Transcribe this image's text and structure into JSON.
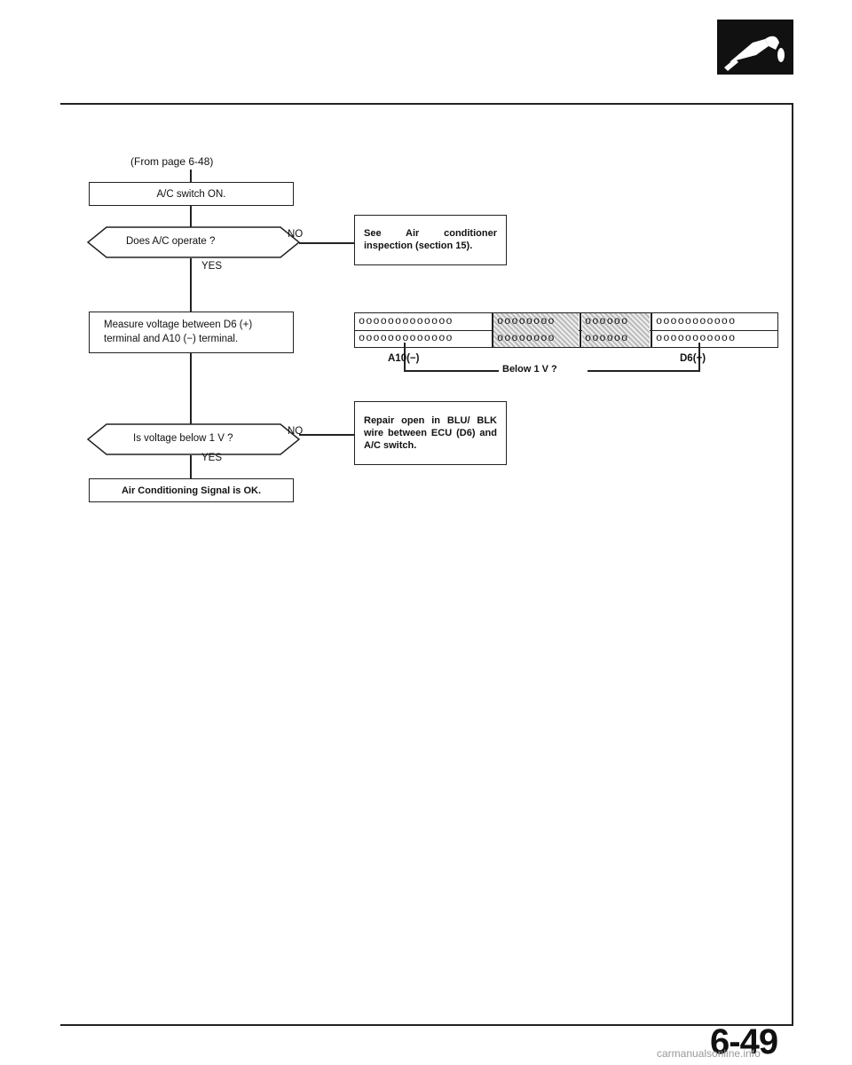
{
  "flow": {
    "from_page": "(From page 6-48)",
    "step1": "A/C switch ON.",
    "q1": "Does A/C operate ?",
    "q1_yes": "YES",
    "q1_no": "NO",
    "q1_no_box": "See Air conditioner inspection (section 15).",
    "step2": "Measure voltage between D6 (+) terminal and A10 (−) terminal.",
    "q2": "Is voltage below 1 V ?",
    "q2_yes": "YES",
    "q2_no": "NO",
    "q2_no_box": "Repair open in BLU/ BLK wire between ECU (D6) and A/C switch.",
    "result": "Air Conditioning Signal is OK."
  },
  "connector": {
    "left_pin": "A10(−)",
    "right_pin": "D6(+)",
    "measure": "Below 1 V ?",
    "row_a_left": "ooooooooooooo",
    "row_b_left": "ooooooooooooo",
    "row_a_mid1": "oooooooo",
    "row_b_mid1": "oooooooo",
    "row_a_mid2": "oooooo",
    "row_b_mid2": "oooooo",
    "row_a_right": "ooooooooooo",
    "row_b_right": "ooooooooooo"
  },
  "page_number": "6-49",
  "watermark": "carmanualsonline.info",
  "colors": {
    "ink": "#222222",
    "background": "#ffffff"
  },
  "icons": {
    "header": "fuel-nozzle-icon"
  }
}
